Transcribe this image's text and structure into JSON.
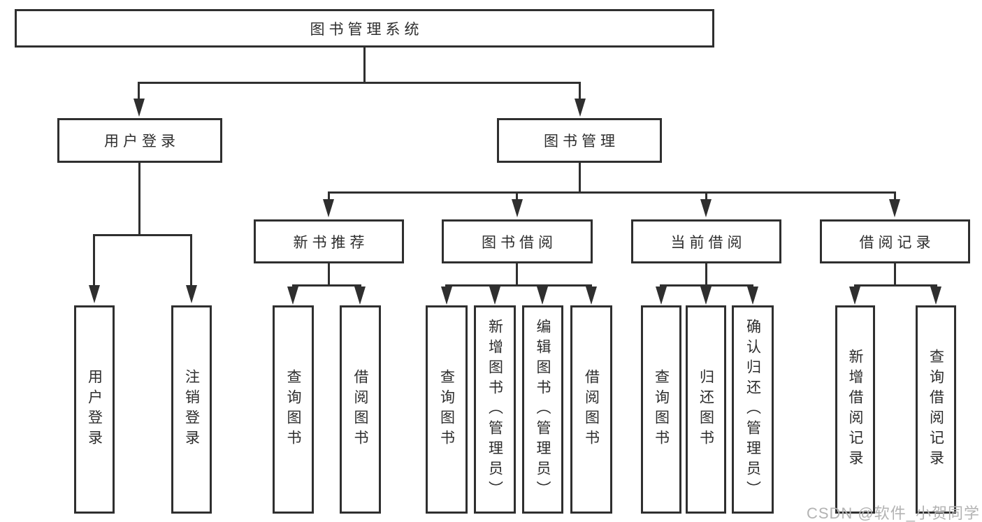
{
  "nodes": {
    "root": "图书管理系统",
    "user_login": "用户登录",
    "book_mgmt": "图书管理",
    "new_book": "新书推荐",
    "book_borrow": "图书借阅",
    "current_borrow": "当前借阅",
    "borrow_record": "借阅记录"
  },
  "leaves": {
    "user_login": [
      "用户登录",
      "注销登录"
    ],
    "new_book": [
      "查询图书",
      "借阅图书"
    ],
    "book_borrow": [
      "查询图书",
      "新增图书（管理员）",
      "编辑图书（管理员）",
      "借阅图书"
    ],
    "current_borrow": [
      "查询图书",
      "归还图书",
      "确认归还（管理员）"
    ],
    "borrow_record": [
      "新增借阅记录",
      "查询借阅记录"
    ]
  },
  "watermark": "CSDN @软件_小贺同学",
  "colors": {
    "line": "#2f2f2f",
    "text": "#2d2d2d",
    "watermark": "#b3b3b3",
    "background": "#ffffff"
  }
}
